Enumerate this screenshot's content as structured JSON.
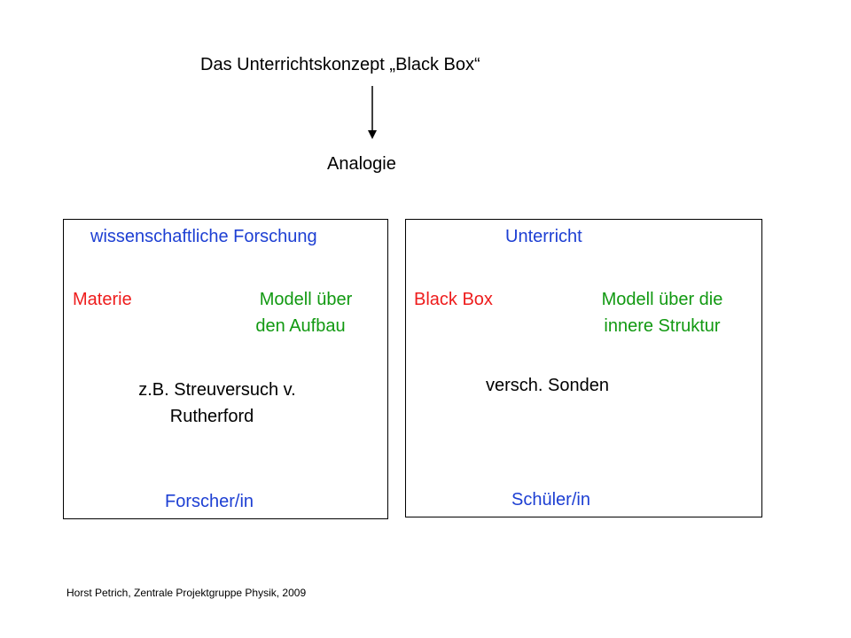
{
  "title": "Das Unterrichtskonzept „Black Box“",
  "analogy_label": "Analogie",
  "left_box": {
    "heading": "wissenschaftliche Forschung",
    "object_label": "Materie",
    "model_label_line1": "Modell über",
    "model_label_line2": "den Aufbau",
    "example_line1": "z.B. Streuversuch v.",
    "example_line2": "Rutherford",
    "actor": "Forscher/in"
  },
  "right_box": {
    "heading": "Unterricht",
    "object_label": "Black Box",
    "model_label_line1": "Modell über die",
    "model_label_line2": "innere Struktur",
    "example_line1": "versch. Sonden",
    "actor": "Schüler/in"
  },
  "footer": "Horst Petrich, Zentrale Projektgruppe Physik,  2009",
  "colors": {
    "object": "#ee1c1c",
    "model": "#119911",
    "heading_and_actor": "#1d3fd3",
    "text": "#000000"
  }
}
